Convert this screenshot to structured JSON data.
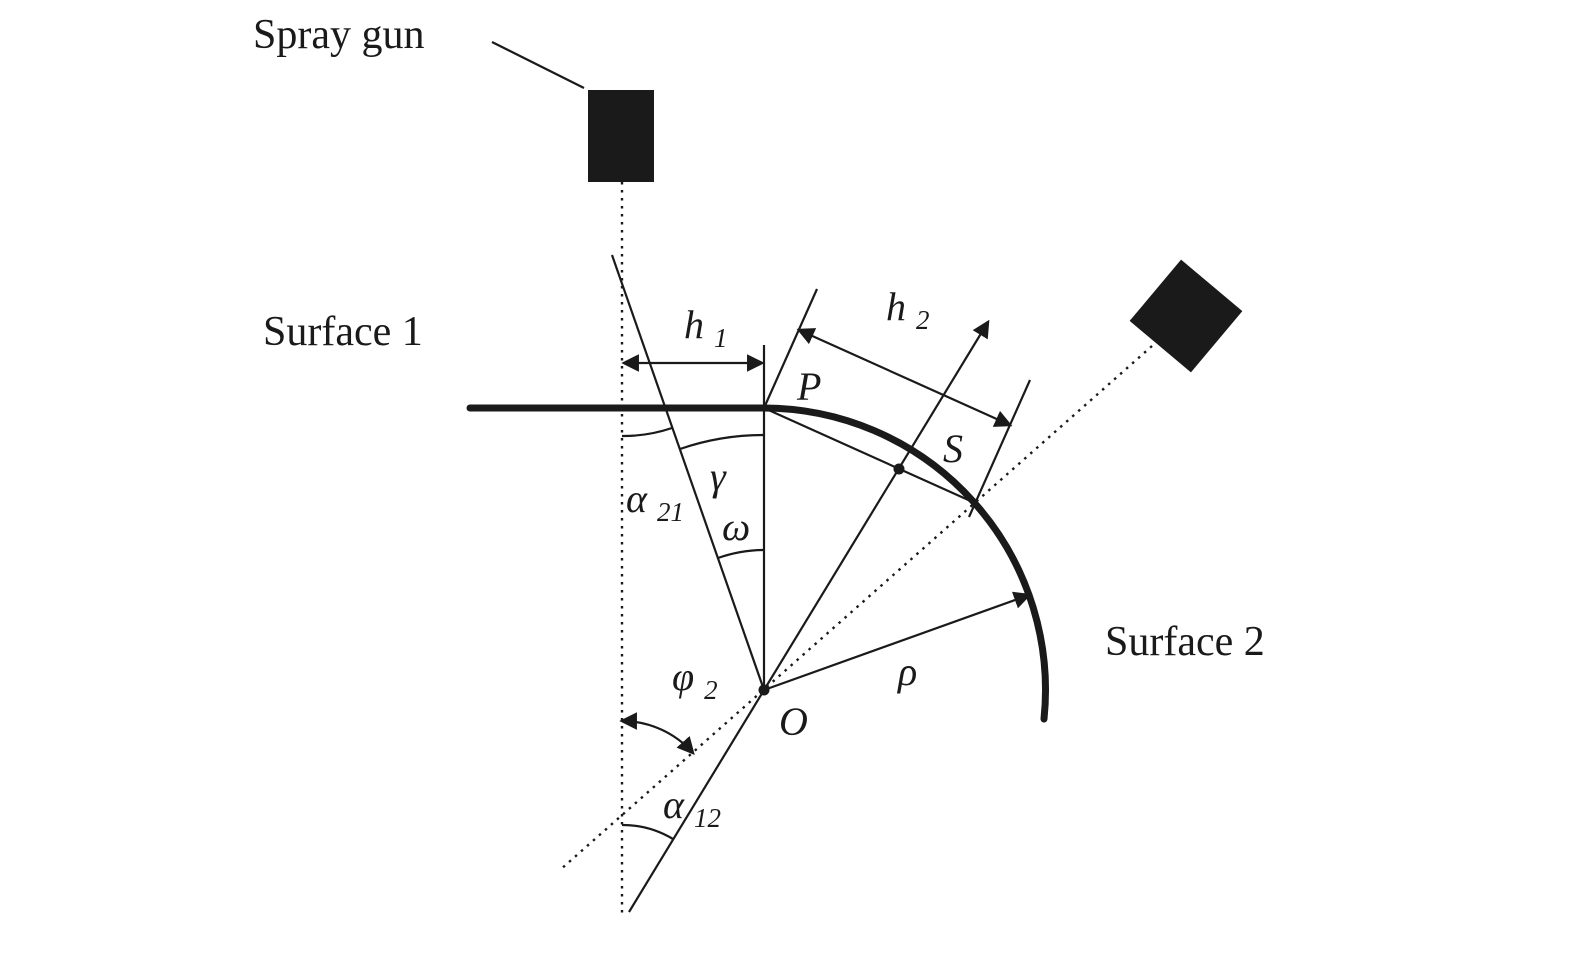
{
  "figure": {
    "background_color": "#ffffff",
    "ink_color": "#1a1a1a"
  },
  "labels": {
    "spray_gun": "Spray gun",
    "surface_1": "Surface 1",
    "surface_2": "Surface 2",
    "point_p": "P",
    "point_s": "S",
    "point_o": "O",
    "gamma": "γ",
    "omega": "ω",
    "rho": "ρ",
    "h1": {
      "base": "h",
      "sub": "1"
    },
    "h2": {
      "base": "h",
      "sub": "2"
    },
    "alpha_21": {
      "base": "α",
      "sub": "21"
    },
    "alpha_12": {
      "base": "α",
      "sub": "12"
    },
    "phi_2": {
      "base": "φ",
      "sub": "2"
    }
  }
}
